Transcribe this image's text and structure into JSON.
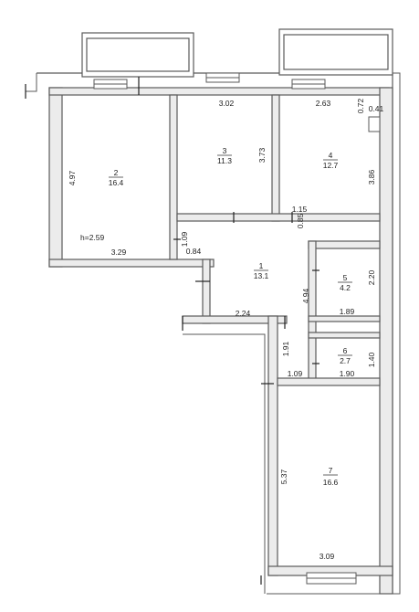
{
  "colors": {
    "wall": "#5a5a5a",
    "wall_fill": "#ececec",
    "ink": "#222222",
    "paper": "#ffffff"
  },
  "height_note": "h=2.59",
  "rooms": [
    {
      "id": "r1",
      "number": "1",
      "area": "13.1"
    },
    {
      "id": "r2",
      "number": "2",
      "area": "16.4"
    },
    {
      "id": "r3",
      "number": "3",
      "area": "11.3"
    },
    {
      "id": "r4",
      "number": "4",
      "area": "12.7"
    },
    {
      "id": "r5",
      "number": "5",
      "area": "4.2"
    },
    {
      "id": "r6",
      "number": "6",
      "area": "2.7"
    },
    {
      "id": "r7",
      "number": "7",
      "area": "16.6"
    }
  ],
  "dimensions": {
    "r2_height": "4.97",
    "r2_width": "3.29",
    "r3_width": "3.02",
    "r3_height": "3.73",
    "r4_width": "2.63",
    "r4_niche_h": "0.72",
    "r4_niche_w": "0.41",
    "r4_height": "3.86",
    "corr_top": "1.15",
    "corr_side": "0.85",
    "corr_left": "1.09",
    "corr_notch": "0.84",
    "r1_bottom": "2.24",
    "r1_right": "4.94",
    "r1_narrow": "1.91",
    "r5_height": "2.20",
    "r5_width": "1.89",
    "r6_height": "1.40",
    "r6_width": "1.90",
    "r7_top": "1.09",
    "r7_height": "5.37",
    "r7_width": "3.09"
  }
}
